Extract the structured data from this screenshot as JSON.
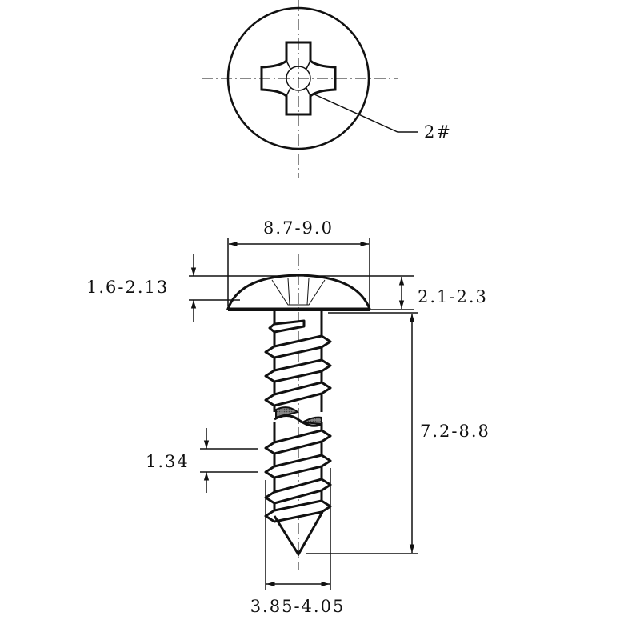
{
  "top_view": {
    "drive_label": "2#"
  },
  "dimensions": {
    "head_diameter": "8.7-9.0",
    "head_height_inner": "1.6-2.13",
    "head_height": "2.1-2.3",
    "length": "7.2-8.8",
    "thread_pitch": "1.34",
    "thread_diameter": "3.85-4.05"
  },
  "colors": {
    "line": "#111111",
    "background": "#ffffff"
  }
}
